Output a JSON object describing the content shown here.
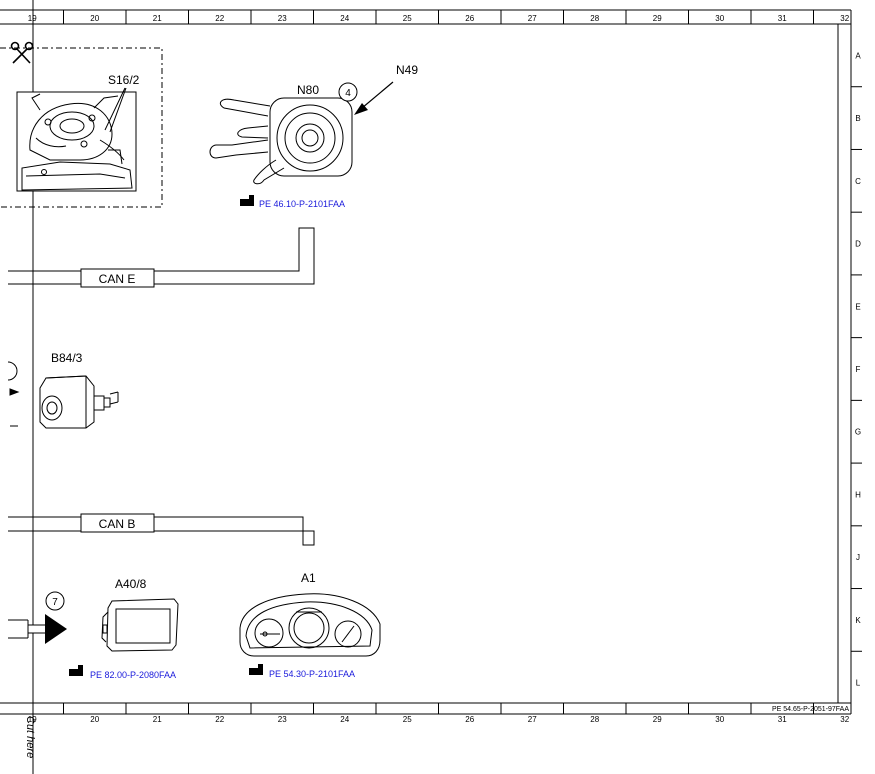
{
  "grid": {
    "columns_top": [
      "19",
      "20",
      "21",
      "22",
      "23",
      "24",
      "25",
      "26",
      "27",
      "28",
      "29",
      "30",
      "31",
      "32"
    ],
    "columns_bottom": [
      "19",
      "20",
      "21",
      "22",
      "23",
      "24",
      "25",
      "26",
      "27",
      "28",
      "29",
      "30",
      "31",
      "32"
    ],
    "rows": [
      "A",
      "B",
      "C",
      "D",
      "E",
      "F",
      "G",
      "H",
      "J",
      "K",
      "L"
    ]
  },
  "labels": {
    "s16_2": "S16/2",
    "n80": "N80",
    "n49": "N49",
    "callout_4": "4",
    "callout_7": "7",
    "b84_3": "B84/3",
    "a40_8": "A40/8",
    "a1": "A1",
    "can_e": "CAN E",
    "can_b": "CAN B",
    "ref_n80": "PE 46.10-P-2101FAA",
    "ref_a40_8": "PE 82.00-P-2080FAA",
    "ref_a1": "PE 54.30-P-2101FAA",
    "sheet_id": "PE 54.65-P-2051-97FAA",
    "cut_here": "Cut here"
  },
  "colors": {
    "reference_text": "#1a1adb",
    "line": "#000000"
  },
  "icons": [
    "scissors-icon",
    "pointing-hand-icon"
  ]
}
